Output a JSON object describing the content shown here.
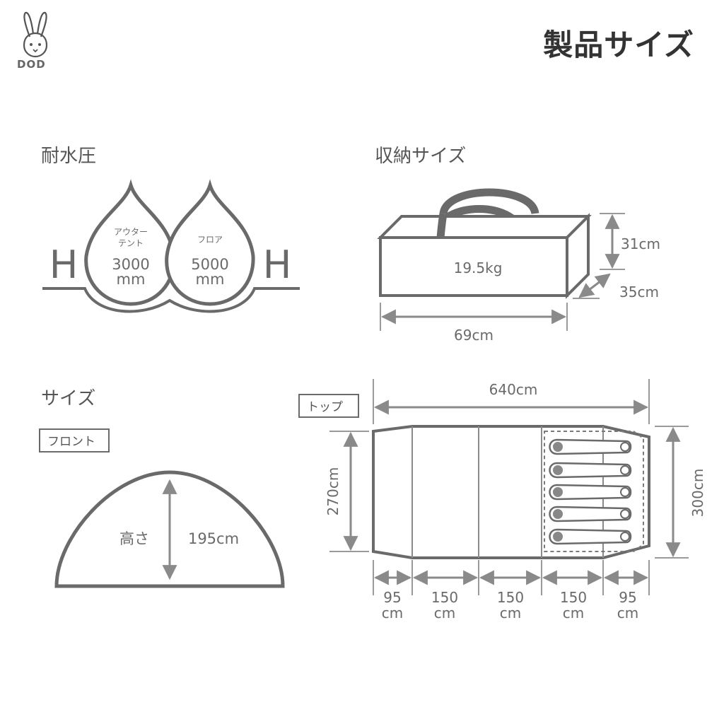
{
  "brand": {
    "logo_text": "DOD"
  },
  "page_title": "製品サイズ",
  "waterproof": {
    "title": "耐水圧",
    "h_letter": "H",
    "outer": {
      "label_line1": "アウター",
      "label_line2": "テント",
      "value": "3000",
      "unit": "mm"
    },
    "floor": {
      "label": "フロア",
      "value": "5000",
      "unit": "mm"
    }
  },
  "storage": {
    "title": "収納サイズ",
    "weight": "19.5kg",
    "height": "31cm",
    "depth": "35cm",
    "width": "69cm"
  },
  "size": {
    "title": "サイズ",
    "front": {
      "tag": "フロント",
      "height_label": "高さ",
      "height_value": "195cm"
    },
    "top": {
      "tag": "トップ",
      "total_length": "640cm",
      "inner_width": "270cm",
      "outer_width": "300cm",
      "segments": [
        {
          "value": "95",
          "unit": "cm"
        },
        {
          "value": "150",
          "unit": "cm"
        },
        {
          "value": "150",
          "unit": "cm"
        },
        {
          "value": "150",
          "unit": "cm"
        },
        {
          "value": "95",
          "unit": "cm"
        }
      ]
    }
  },
  "colors": {
    "line": "#6a6a6a",
    "title": "#333333"
  }
}
